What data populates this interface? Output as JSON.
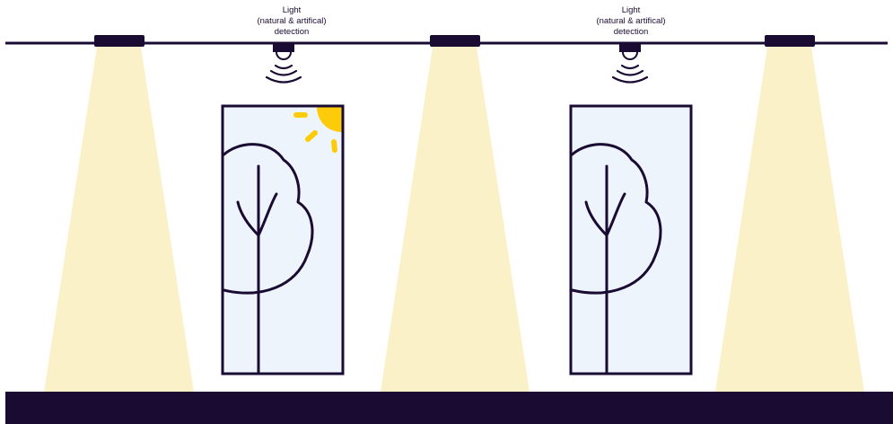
{
  "sensors": [
    {
      "label_lines": [
        "Light",
        "(natural & artifical)",
        "detection"
      ],
      "icon": "light-sensor-icon"
    },
    {
      "label_lines": [
        "Light",
        "(natural & artifical)",
        "detection"
      ],
      "icon": "light-sensor-icon"
    }
  ],
  "icons": {
    "lamp": "ceiling-light-icon",
    "window": "window-icon",
    "tree": "tree-icon",
    "sun": "sun-icon",
    "waves": "signal-waves-icon"
  },
  "colors": {
    "dark": "#1a0b33",
    "light_beam": "#fbf1c9",
    "window_glass": "#eef4fb",
    "sun": "#fccc0a",
    "background": "#ffffff"
  }
}
